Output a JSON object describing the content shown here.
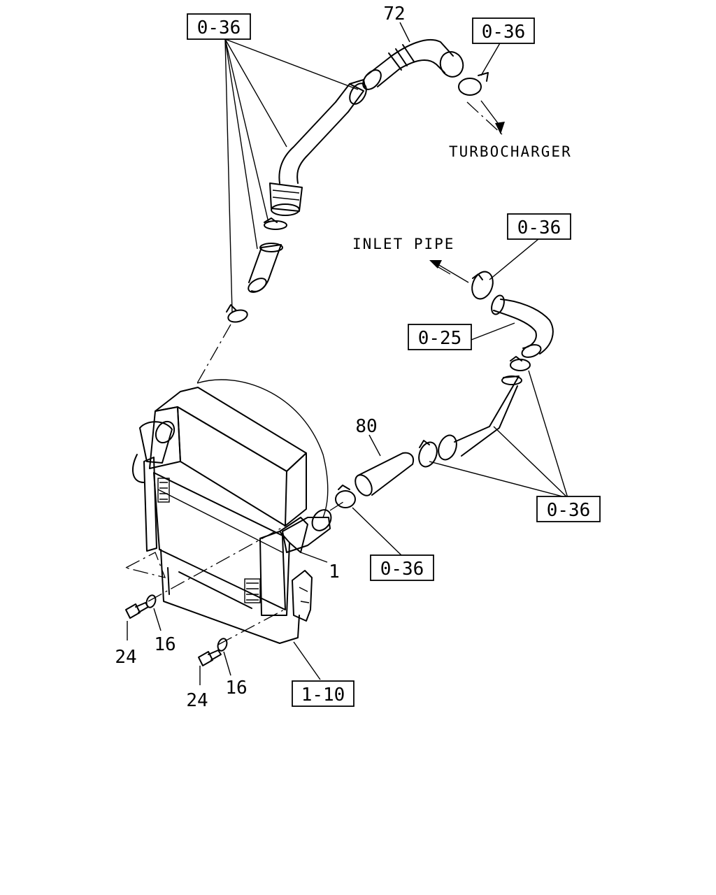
{
  "diagram": {
    "ref_labels": [
      "0-36",
      "0-36",
      "0-36",
      "0-25",
      "0-36",
      "0-36",
      "1-10"
    ],
    "part_numbers": [
      "72",
      "80",
      "1",
      "24",
      "16",
      "24",
      "16"
    ],
    "annotations": {
      "turbocharger": "TURBOCHARGER",
      "inlet_pipe": "INLET PIPE"
    }
  }
}
